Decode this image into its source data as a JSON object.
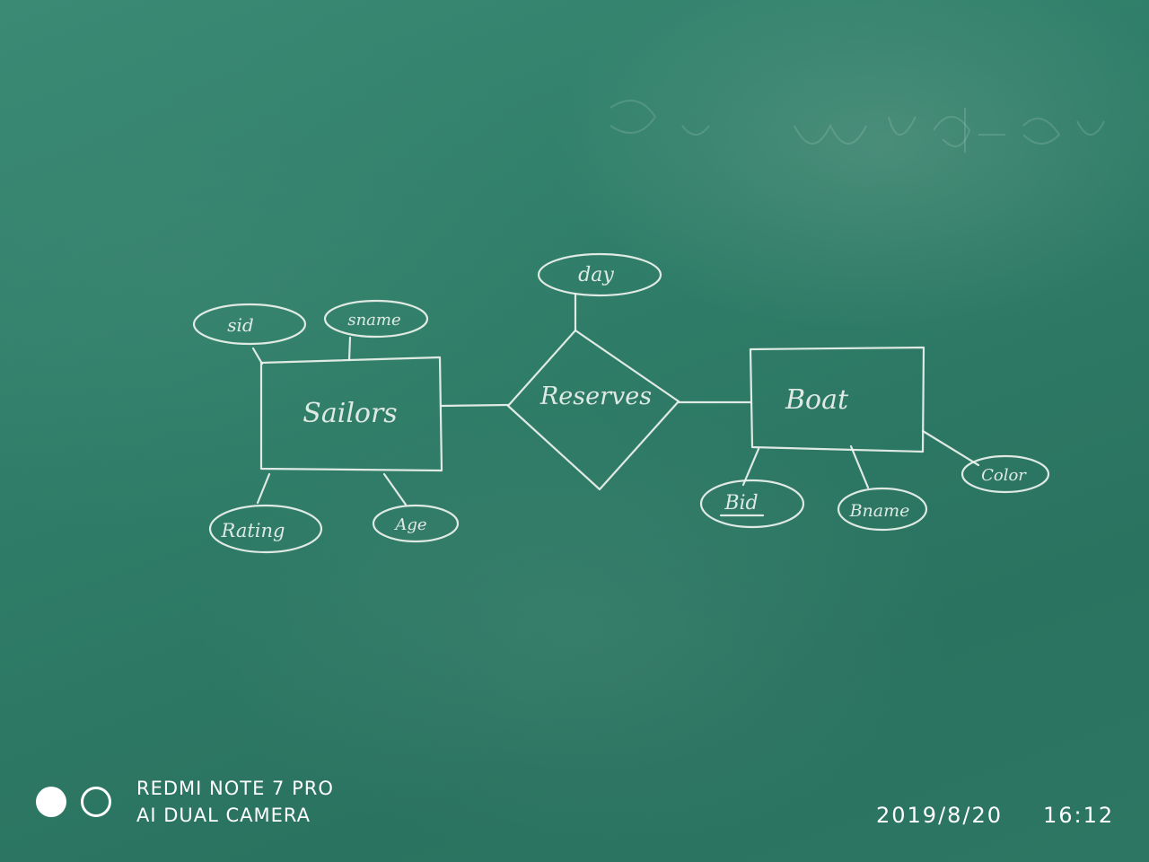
{
  "diagram": {
    "entities": [
      {
        "id": "sailors",
        "label": "Sailors"
      },
      {
        "id": "boat",
        "label": "Boat"
      }
    ],
    "relationship": {
      "id": "reserves",
      "label": "Reserves"
    },
    "attributes": [
      {
        "id": "sid",
        "label": "sid",
        "of": "Sailors"
      },
      {
        "id": "sname",
        "label": "sname",
        "of": "Sailors"
      },
      {
        "id": "rating",
        "label": "Rating",
        "of": "Sailors"
      },
      {
        "id": "age",
        "label": "Age",
        "of": "Sailors"
      },
      {
        "id": "day",
        "label": "day",
        "of": "Reserves"
      },
      {
        "id": "bid",
        "label": "Bid",
        "of": "Boat",
        "key": true
      },
      {
        "id": "bname",
        "label": "Bname",
        "of": "Boat"
      },
      {
        "id": "color",
        "label": "Color",
        "of": "Boat"
      }
    ],
    "colors": {
      "board": "#2f7d68",
      "chalk": "#eef3ee"
    }
  },
  "watermark": {
    "line1": "REDMI NOTE 7 PRO",
    "line2": "AI DUAL CAMERA",
    "date": "2019/8/20",
    "time": "16:12"
  }
}
